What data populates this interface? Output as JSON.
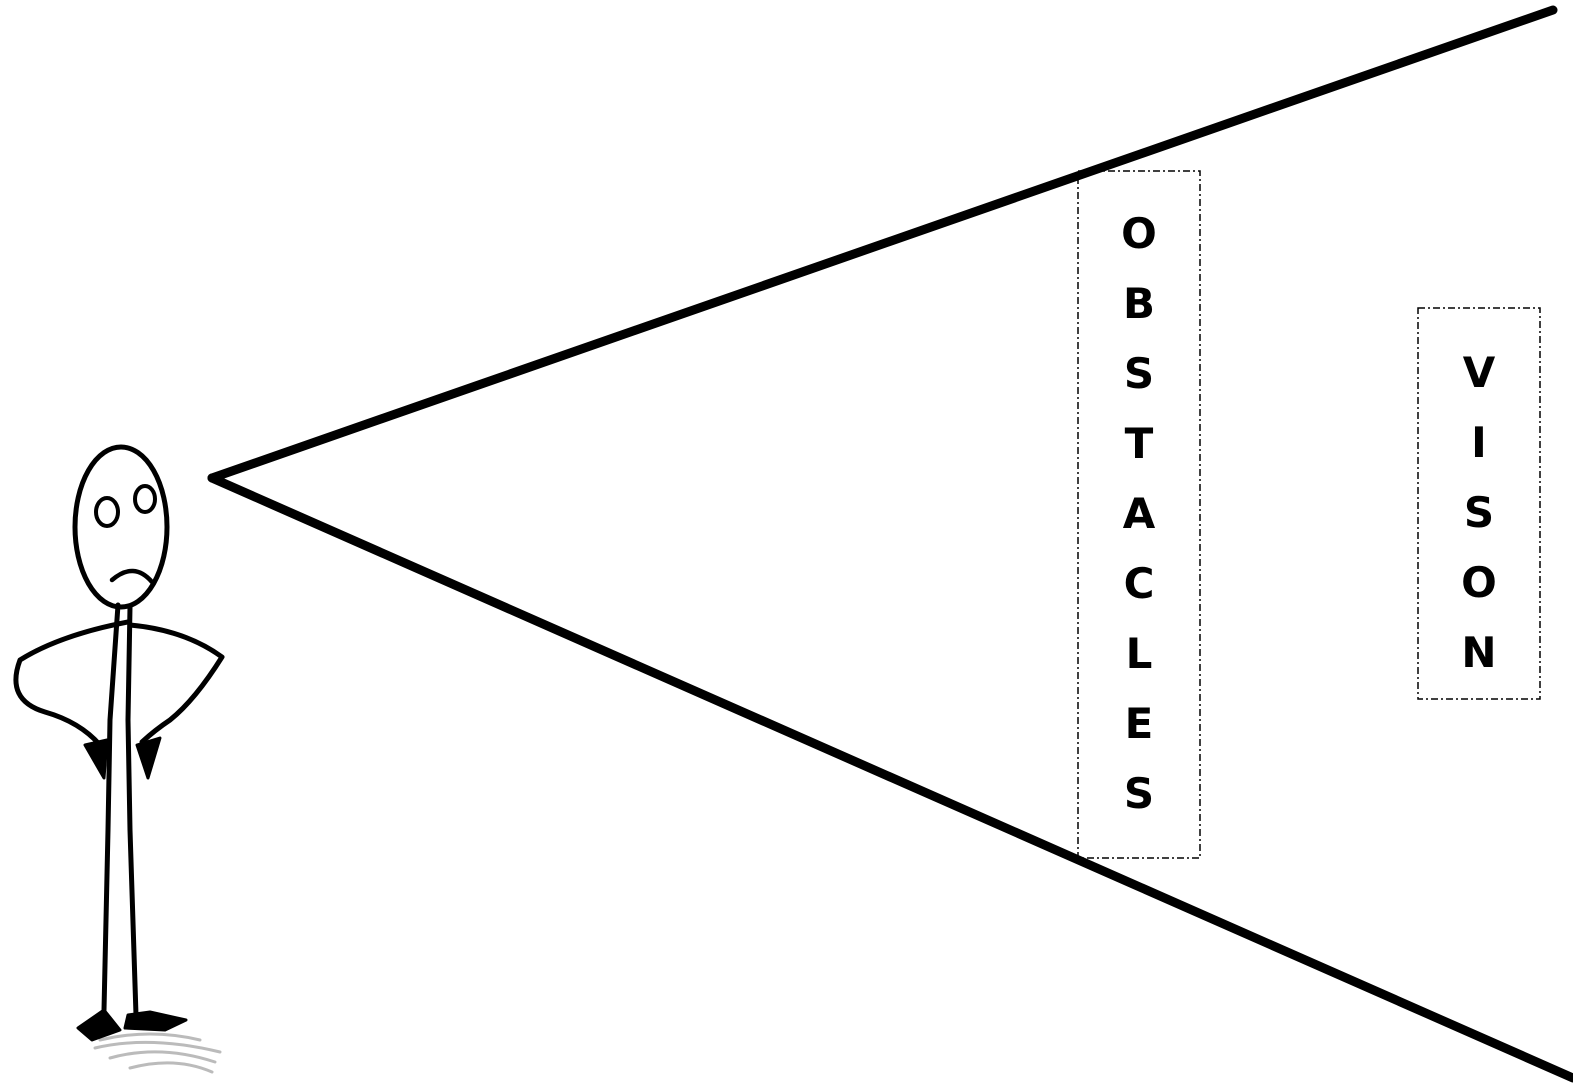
{
  "labels": {
    "obstacles": "OBSTACLES",
    "vision": "VISON"
  },
  "colors": {
    "ink": "#000000",
    "background": "#ffffff",
    "shadow": "#bbbbbb"
  },
  "icons": {
    "figure": "worried-stick-figure"
  }
}
